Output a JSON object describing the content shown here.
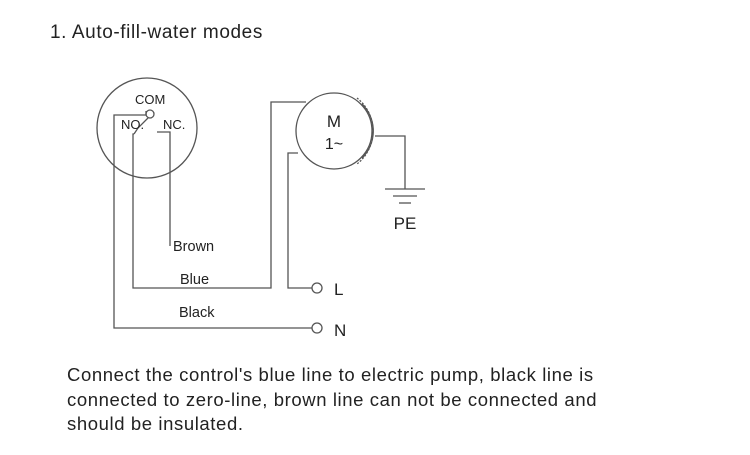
{
  "title": "1. Auto-fill-water modes",
  "diagram": {
    "switch": {
      "com_label": "COM",
      "no_label": "NO.",
      "nc_label": "NC."
    },
    "motor": {
      "label_line1": "M",
      "label_line2": "1~"
    },
    "ground": {
      "label": "PE"
    },
    "wires": {
      "brown": "Brown",
      "blue": "Blue",
      "black": "Black"
    },
    "terminals": {
      "live": "L",
      "neutral": "N"
    },
    "line_color": "#555555"
  },
  "description": {
    "lines": [
      "Connect the control's blue line to electric pump, black line is",
      "connected to zero-line, brown line can not be connected and",
      "should be insulated."
    ]
  }
}
